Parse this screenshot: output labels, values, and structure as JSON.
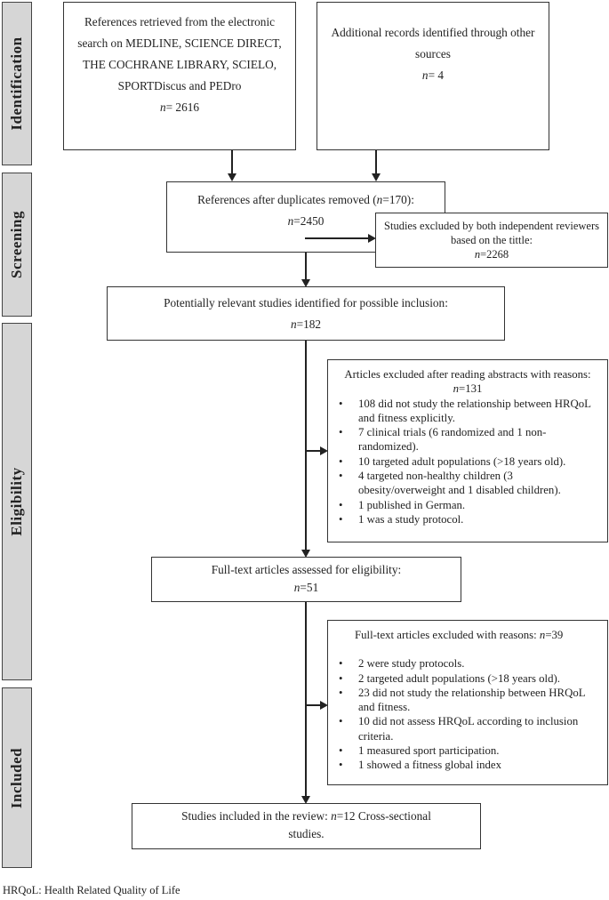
{
  "stages": [
    "Identification",
    "Screening",
    "Eligibility",
    "Included"
  ],
  "boxes": {
    "database_search": {
      "text": "References retrieved from the electronic search on MEDLINE, SCIENCE DIRECT, THE COCHRANE LIBRARY, SCIELO, SPORTDiscus and PEDro",
      "n": "n",
      "n_value": "= 2616"
    },
    "other_sources": {
      "text": "Additional records identified through other sources",
      "n": "n",
      "n_value": "= 4"
    },
    "duplicates_removed": {
      "text": "References after duplicates removed (",
      "n_dup": "n",
      "dup_value": "=170):",
      "n": "n",
      "n_value": "=2450"
    },
    "title_excluded": {
      "text": "Studies excluded by both independent reviewers based on the tittle:",
      "n": "n",
      "n_value": "=2268"
    },
    "potentially_relevant": {
      "text": "Potentially relevant studies identified for possible inclusion:",
      "n": "n",
      "n_value": "=182"
    },
    "abstract_excluded": {
      "text": "Articles excluded after reading abstracts with reasons: ",
      "n": "n",
      "n_value": "=131",
      "reasons": [
        "108 did not study the relationship between HRQoL and fitness explicitly.",
        "7 clinical trials (6 randomized and 1 non-randomized).",
        "10 targeted adult populations (>18 years old).",
        "4 targeted non-healthy children (3 obesity/overweight and 1 disabled children).",
        "1 published in German.",
        "1 was a study protocol."
      ]
    },
    "fulltext_assessed": {
      "text": "Full-text articles assessed for eligibility:",
      "n": "n",
      "n_value": "=51"
    },
    "fulltext_excluded": {
      "text": "Full-text articles excluded with reasons: ",
      "n": "n",
      "n_value": "=39",
      "reasons": [
        "2 were study protocols.",
        "2 targeted adult populations (>18 years old).",
        "23 did not study the relationship between HRQoL and fitness.",
        "10 did not assess HRQoL according to inclusion criteria.",
        "1 measured sport participation.",
        "1 showed a fitness global index"
      ]
    },
    "included": {
      "text": "Studies included in the review: ",
      "n": "n",
      "n_value": "=12 Cross-sectional studies."
    }
  },
  "footer": "HRQoL: Health Related Quality of Life"
}
